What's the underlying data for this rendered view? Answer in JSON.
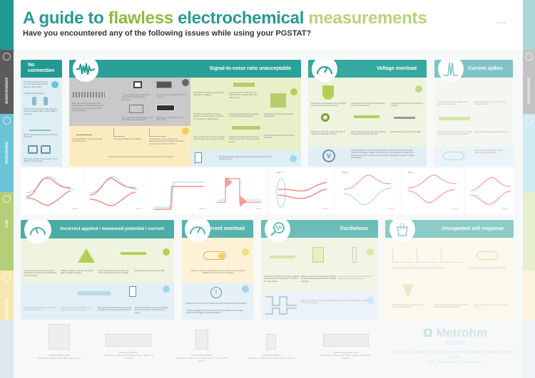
{
  "header": {
    "title_parts": [
      {
        "text": "A guide to ",
        "color": "#2a9a94"
      },
      {
        "text": "flawless ",
        "color": "#8dbb3e"
      },
      {
        "text": "electrochemical ",
        "color": "#2a9a94"
      },
      {
        "text": "measurements",
        "color": "#b8d47a"
      }
    ],
    "subtitle": "Have you encountered any of the following issues while using your PGSTAT?",
    "doc_code": "8.000.0000"
  },
  "left_strip": [
    {
      "label": "Environment",
      "color": "#5b5b5b"
    },
    {
      "label": "Instrument",
      "color": "#6dc3d6"
    },
    {
      "label": "Cell",
      "color": "#b5cf78"
    },
    {
      "label": "Electrodes",
      "color": "#f6e7b0"
    },
    {
      "label": "",
      "color": "#dbe9ee"
    }
  ],
  "cards": {
    "no_connection": {
      "title": "No connection",
      "color": "#239a91",
      "notes": [
        "If the instrument doesn't power on, report the issue to the local Metrohm support office.",
        "Computer communication:",
        "Check the communication cable. Diagnose by trying a different cable, replace cable if necessary.",
        "Ensure that the correct version of the driver is installed.",
        "Inform port settings on the computer. Try a different connection port."
      ]
    },
    "snr": {
      "title": "Signal-to-noise ratio unacceptable",
      "color": "#2aa198",
      "environment_notes": [
        "Keep your working area clean. Keep experimental setup away from sources of electrical noise (motors, pumps, other electrical devices).",
        "Use a grounded power socket with a good, protected earth ground connection.",
        "Use a power line conditioner (UPS, IT solutions).",
        "Use a grounded Faraday cage. Ensure the Faraday cage is grounded.",
        "Avoid using measurement cords or power strips."
      ],
      "instrument_notes": [
        "Use signal filtering, if the experimental conditions allow it.",
        "Use signal averaging in the sample.",
        "Use frequency setting. Apply the line frequency setting in the software and select the correct one (50 Hz or 60 Hz).",
        "Avoid using sampling intervals which coincide with harmonics of the line frequency."
      ],
      "cell_notes": [
        "Cell cables: Do not use extended cable extensions or adaptors.",
        "Impedance of the RE: If necessary, clean the electrode junction of the RE. Ri < 10 kOhm for single junction.",
        "Active surface area: The area of the CE must be larger than the area of the WE.",
        "Grounded sensors: Clean cell. Use inert electrode materials. Disconnect other devices.",
        "Select appropriate WE for the analyte to suppress electrolyte dangers.",
        "Avoid ground loops. Ensure there is a single ground point in the experimental system.",
        "Stop stirring the electrolyte during the measurement.",
        "Avoid using resonances in cell bridges, if possible."
      ],
      "diagnostic_note": "Run the instrument diagnostic tool and test procedures by using the provided test cell."
    },
    "voltage_overload": {
      "title": "Voltage overload",
      "color": "#35a8a0",
      "notes": [
        "Increase the concentration of the supporting electrolyte to improve conductivity.",
        "Optimize the electrochemical cell geometry to reduce the resistance.",
        "Avoid using membranes in cell bridges, if possible.",
        "Reduce the size of the working electrode to reduce the magnitude of current.",
        "Active surface area: The size of the CE must be larger than the size of the WE.",
        "Replace the reference electrode (RE).",
        "Voltage limitation: An overload indicates that the instrument cannot deliver the maximum compliance voltage of the instrument. If the compliance voltage of the instrument has been reached, use an instrument with higher compliance voltage specifications."
      ]
    },
    "current_spikes": {
      "title": "Current spikes",
      "color": "#7fc3c7",
      "notes": [
        "Cell cables: Do not use extended cable extensions or adaptors.",
        "Grounded sensors: Clean cell. Use inert electrode materials.",
        "Avoid ground loops. Ensure there is a single ground point in the experimental system.",
        "Check the electrical connections of the cell.",
        "Switch off automatic current ranging. Select the appropriate range."
      ]
    },
    "incorrect_applied": {
      "title": "Incorrect applied / measured potential / current",
      "color": "#4aaca5",
      "notes": [
        "Connect the cell to electrodes correctly according to the connection lead labelling on the instrument.",
        "Voltage compliance: The cell may require higher compliance voltage.",
        "Active surface area: The size of the CE must be larger than the size of the WE.",
        "Replace the reference electrode (RE).",
        "Check electrode connection: ensure each electrode is connected.",
        "Avoid ground loops. Ensure there is a single ground point in the setup.",
        "Run the instrument diagnostic tool and test procedures by using the provided test cell.",
        "Ensure that floating mode is not activated and the instrument is connected to the power."
      ]
    },
    "current_overload": {
      "title": "Current overload",
      "color": "#57b3ad",
      "notes": [
        "Make sure that the most appropriate current range is used. Wherever possible, use automatic current ranging.",
        "Maximum measured current should not exceed the instrument specifications.",
        "Consider upgrading the instrument with a current booster or use another instrument with higher current specifications."
      ]
    },
    "oscillations": {
      "title": "Oscillations",
      "color": "#6bbdb7",
      "notes": [
        "Impedance of the RE: If necessary, clean the electrode junction of the RE. Ri < 10 kOhm for single junction.",
        "Adapt the experimental geometry by bringing the reference electrode close to the working electrode.",
        "Connect a capacitor in parallel between the RE and CE with a suitable value.",
        "Make sure that the most appropriate bandwidth setting is used. Alternatively, consider other stability options."
      ]
    },
    "unexpected_response": {
      "title": "Unexpected cell response",
      "color": "#8ccbc6",
      "notes": [
        "Make sure that the electrolyte is well purged of dissolved oxygen.",
        "Verify the settings of the experimental method.",
        "Polish the WE surface according to the recommended procedure.",
        "Check the electrode configuration and filling solution of the reference electrode.",
        "Make sure that electrodes are clean and not damaged."
      ]
    }
  },
  "plots": [
    {
      "id": "fig-1",
      "legend": [
        "Good",
        "Noise"
      ]
    },
    {
      "id": "fig-2",
      "legend": [
        "Good",
        "Noise"
      ]
    },
    {
      "id": "fig-3",
      "legend": [
        "Good",
        "Noise"
      ]
    },
    {
      "id": "fig-4",
      "legend": [
        "Good",
        "Noise"
      ]
    },
    {
      "id": "fig-5",
      "label": "Fig. 5",
      "legend": [
        "Good",
        "Noise"
      ]
    },
    {
      "id": "fig-6",
      "label": "Fig. 6",
      "legend": [
        "Good",
        "Noise"
      ]
    },
    {
      "id": "fig-7",
      "label": "Fig. 7",
      "legend": [
        "Good",
        "Noise"
      ]
    },
    {
      "id": "fig-8",
      "legend": [
        "Good",
        "Noise"
      ]
    }
  ],
  "products": [
    {
      "name": "Autolab PGSTAT302N",
      "desc": "Compliance voltage ± 30 V, Max current ± 2 A"
    },
    {
      "name": "Autolab PGSTAT204",
      "desc": "Compliance voltage ± 20 V, Max current ± 400 mA, 8 modules"
    },
    {
      "name": "Autolab PGSTAT302N",
      "desc": "Compliance voltage ± 30 V, Max current ± 2 A, 10 MHz options"
    },
    {
      "name": "Autolab PGSTAT101",
      "desc": "Compliance voltage ± 10 V, Max current ± 100 mA"
    },
    {
      "name": "Autolab Multichannel M101",
      "desc": "Compliance voltage ± 10 V, Max current ± 100 mA per channel"
    }
  ],
  "footer": {
    "brand": "Metrohm",
    "sub_brand": "Autolab",
    "cta": "Still have a question? Rely on our certified experts for support wherever you are.",
    "url": "https://www.metrohm.com/autolab"
  }
}
